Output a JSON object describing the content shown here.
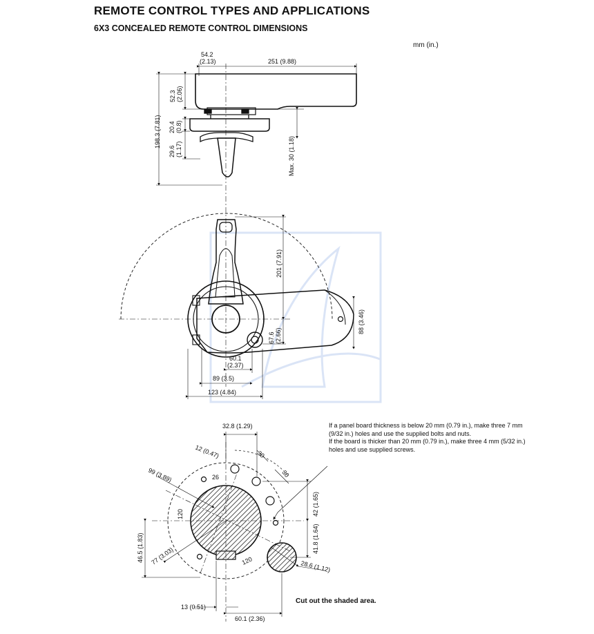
{
  "header": {
    "title": "REMOTE CONTROL TYPES AND APPLICATIONS",
    "subtitle": "6X3 CONCEALED REMOTE CONTROL DIMENSIONS",
    "units": "mm (in.)"
  },
  "side_view": {
    "dim_top_offset": "54.2",
    "dim_top_offset_in": "(2.13)",
    "dim_width": "251 (9.88)",
    "dim_body_height": "52.3",
    "dim_body_height_in": "(2.06)",
    "dim_total_height": "198.3 (7.81)",
    "dim_plate": "20.4",
    "dim_plate_in": "(0.8)",
    "dim_flange": "29.6",
    "dim_flange_in": "(1.17)",
    "dim_max": "Max. 30 (1.18)"
  },
  "front_view": {
    "dim_lever_height": "201 (7.91)",
    "dim_housing_height": "88 (3.46)",
    "dim_hub_height": "67.6",
    "dim_hub_height_in": "(2.66)",
    "dim_hub_offset": "60.1",
    "dim_hub_offset_in": "(2.37)",
    "dim_width_89": "89 (3.5)",
    "dim_width_123": "123 (4.84)"
  },
  "cutout_view": {
    "dim_top": "32.8 (1.29)",
    "dim_hole_radius": "12 (0.47)",
    "dim_angle_a": "30",
    "dim_angle_b": "30",
    "dim_diameter": "99 (3.89)",
    "dim_angle_c": "26",
    "dim_angle_d": "120",
    "dim_angle_e": "120",
    "dim_radius_77": "77 (3.03)",
    "dim_left_height": "46.5 (1.83)",
    "dim_right_42": "42 (1.65)",
    "dim_right_41": "41.8 (1.64)",
    "dim_small_circle": "28.6 (1.12)",
    "dim_bottom_13": "13 (0.51)",
    "dim_bottom_60": "60.1 (2.36)"
  },
  "note": {
    "line1": "If a panel board thickness is below 20 mm (0.79 in.), make three 7 mm (9/32 in.) holes and use the supplied bolts and nuts.",
    "line2": "If the board is thicker than 20 mm (0.79 in.), make three 4 mm (5/32 in.) holes and use supplied screws."
  },
  "cutout_label": "Cut out the shaded area."
}
